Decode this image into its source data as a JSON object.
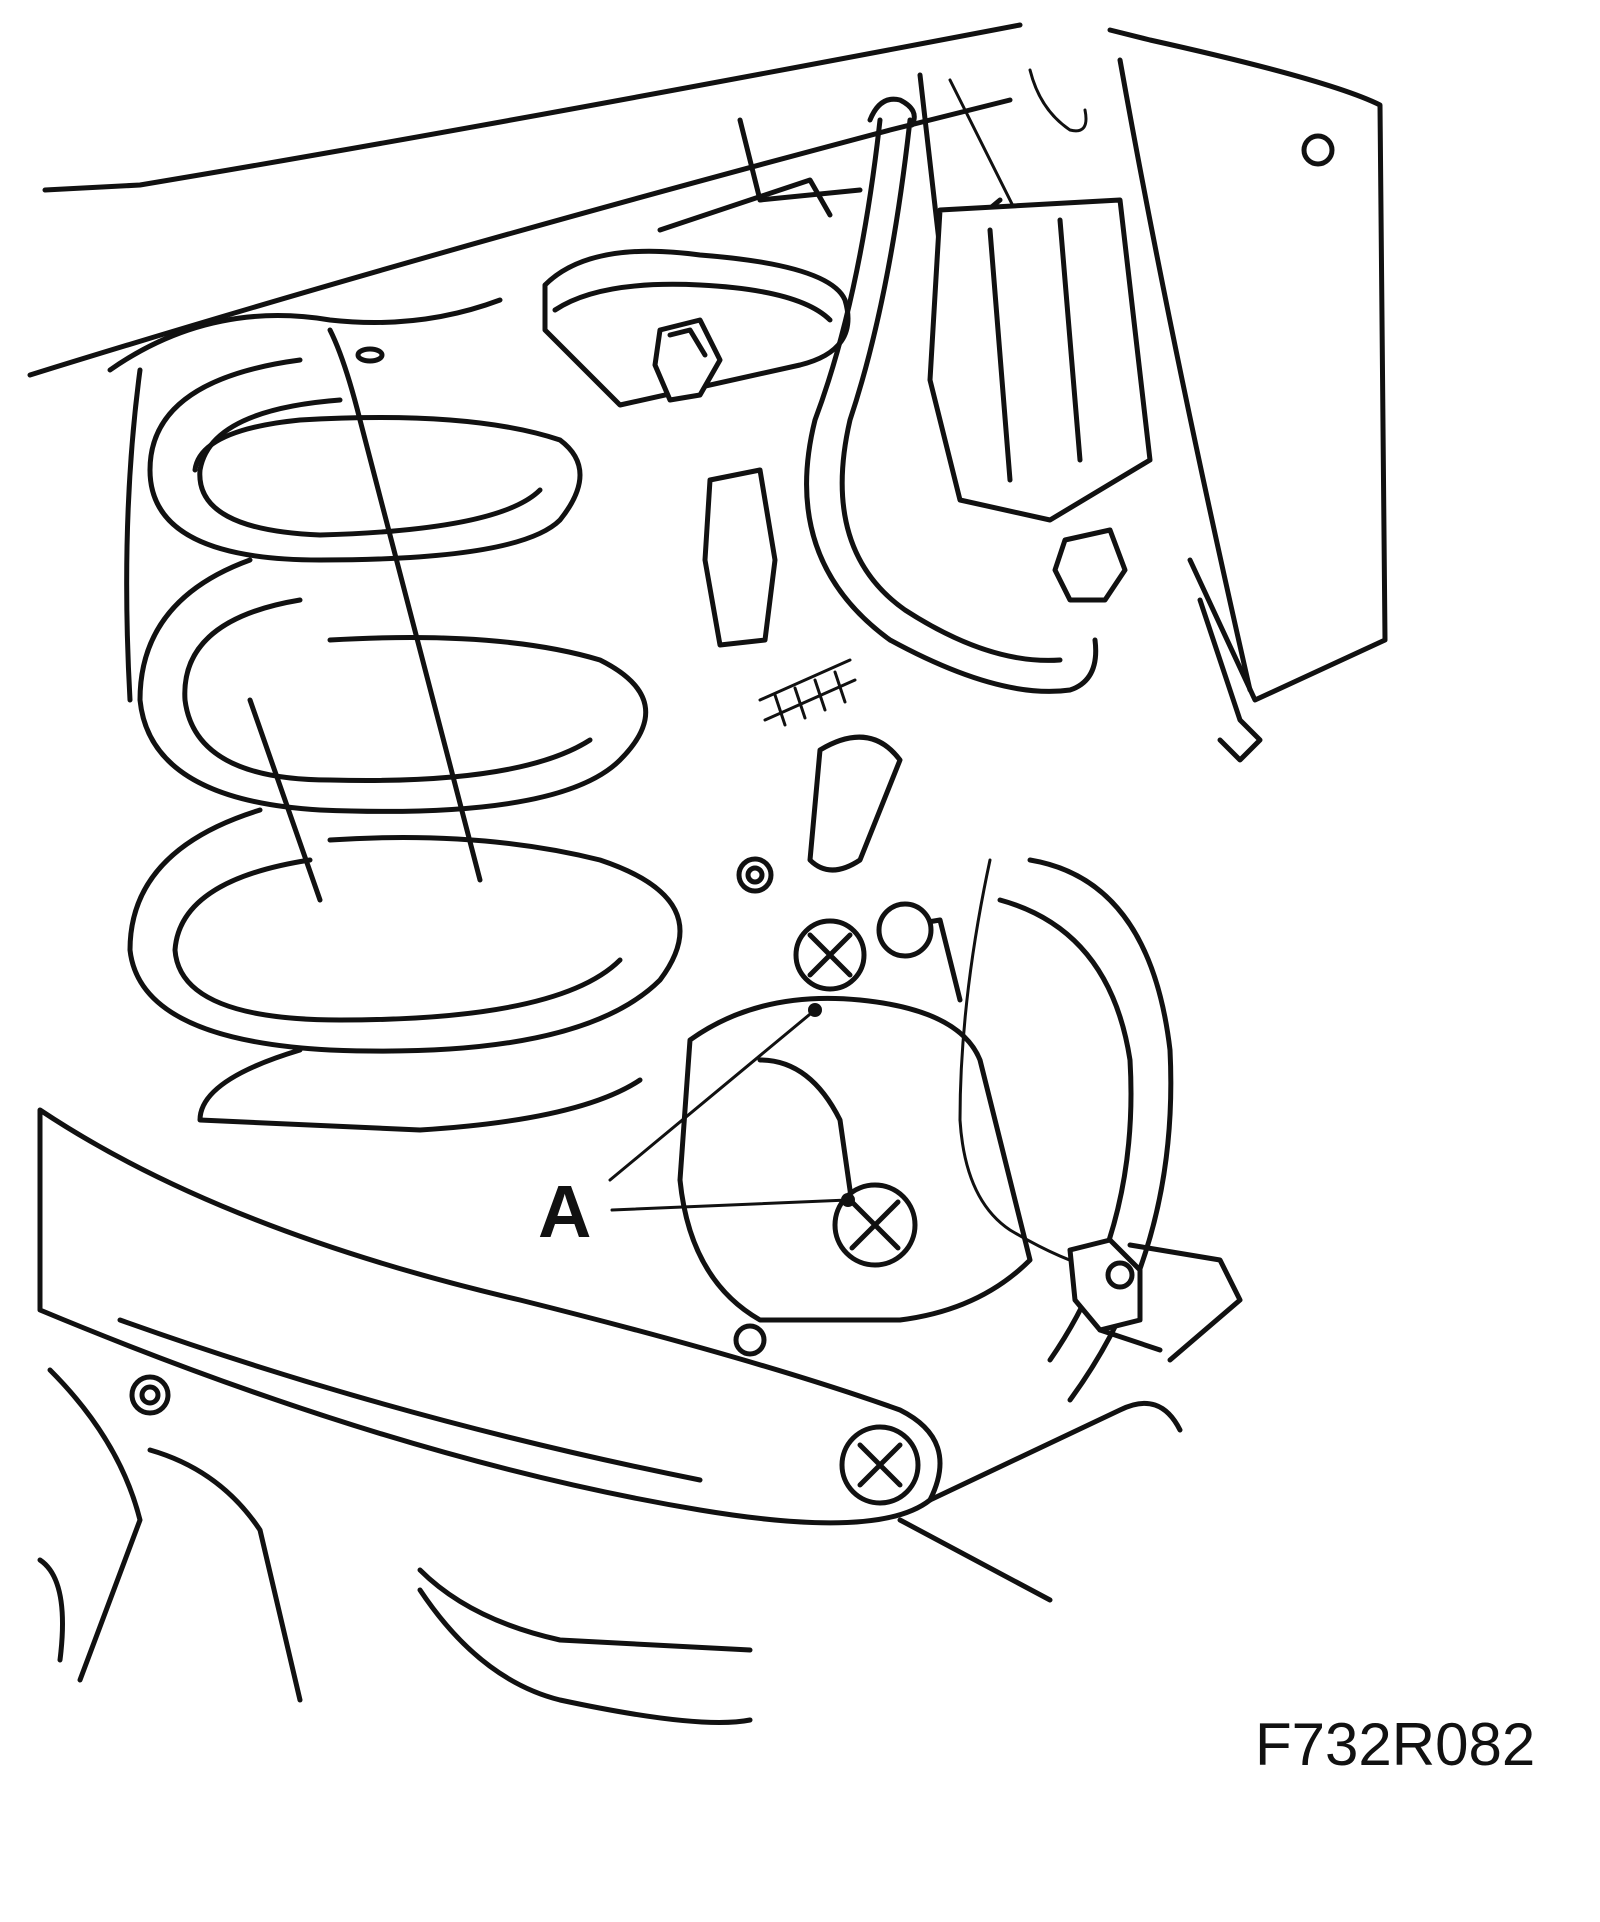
{
  "diagram": {
    "callouts": [
      {
        "label": "A",
        "target": "lower-shock-mount-bolt"
      },
      {
        "label": "A",
        "target": "knuckle-bolt"
      }
    ],
    "figure_code": "F732R082"
  },
  "colors": {
    "line": "#111111",
    "background": "#ffffff"
  }
}
